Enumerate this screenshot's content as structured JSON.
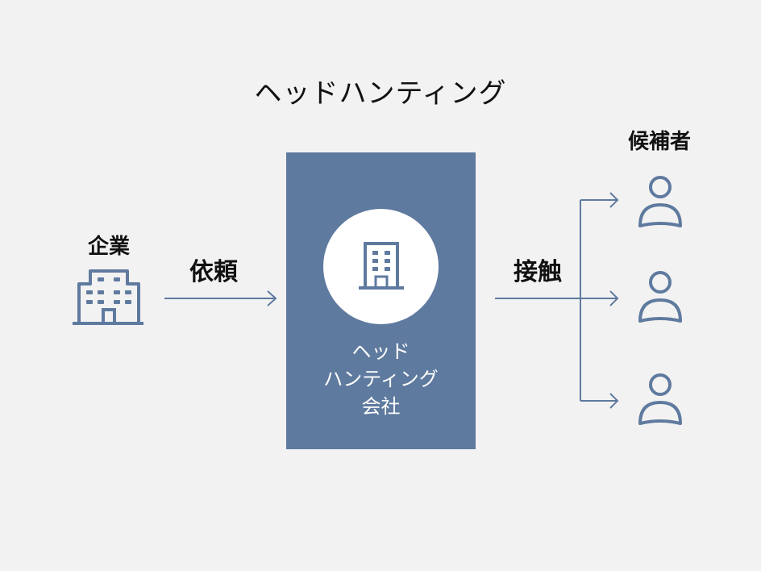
{
  "diagram": {
    "title": "ヘッドハンティング",
    "company_label": "企業",
    "request_label": "依頼",
    "agency": {
      "lines": [
        "ヘッド",
        "ハンティング",
        "会社"
      ]
    },
    "contact_label": "接触",
    "candidates_label": "候補者"
  },
  "colors": {
    "accent": "#5f7a9f",
    "background": "#f2f2f2",
    "text": "#111111",
    "icon_fill": "#ffffff"
  },
  "icons": {
    "company": "building-icon",
    "agency": "building-icon",
    "candidate": "person-icon"
  }
}
